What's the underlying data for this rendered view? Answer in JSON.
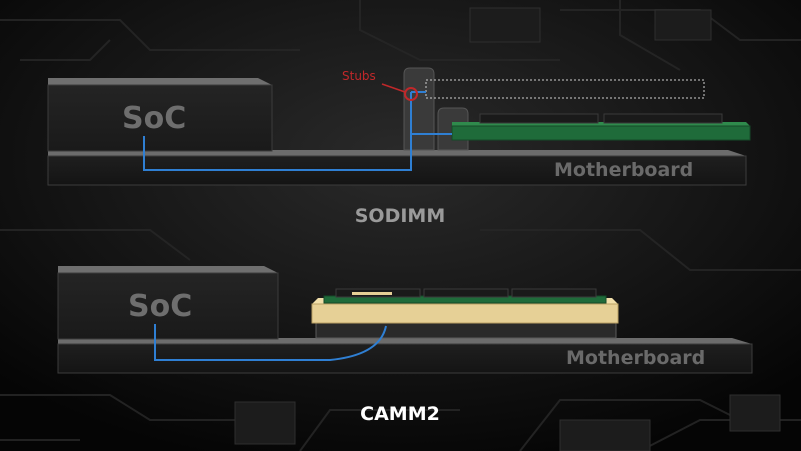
{
  "colors": {
    "background": "#000000",
    "board_edge": "#2a2a2a",
    "board_top": "#6c6c6c",
    "signal_trace": "#2f7fd3",
    "stub_marker": "#c0282a",
    "pcb_green": "#1f6b3a",
    "camm_gold": "#e6d096",
    "sodimm_caption": "#9a9a9a",
    "camm_caption": "#ffffff"
  },
  "sodimm_diagram": {
    "soc_label": "SoC",
    "board_label": "Motherboard",
    "stub_label": "Stubs",
    "caption": "SODIMM"
  },
  "camm_diagram": {
    "soc_label": "SoC",
    "board_label": "Motherboard",
    "caption": "CAMM2"
  }
}
